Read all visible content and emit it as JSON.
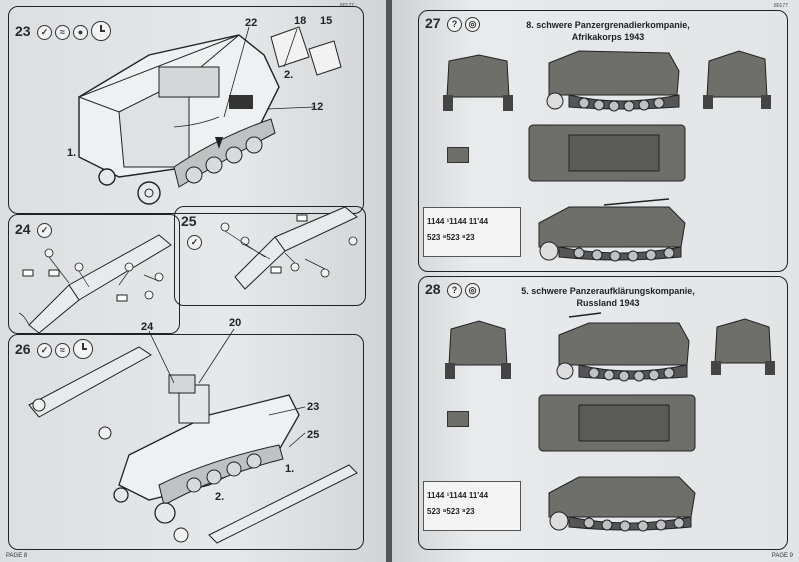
{
  "left_page": {
    "code": "80177",
    "footer": "PAGE 8",
    "steps": [
      {
        "number": "23",
        "callouts": [
          "22",
          "18",
          "15",
          "2.",
          "12",
          "1."
        ]
      },
      {
        "number": "24",
        "callouts": []
      },
      {
        "number": "25",
        "callouts": []
      },
      {
        "number": "26",
        "callouts": [
          "24",
          "20",
          "23",
          "25",
          "1.",
          "2."
        ]
      }
    ]
  },
  "right_page": {
    "code": "80177",
    "footer": "PAGE 9",
    "schemes": [
      {
        "number": "27",
        "title_line1": "8. schwere Panzergrenadierkompanie,",
        "title_line2": "Afrikakorps 1943",
        "decal_line1": "1144 ¹1144 11'44",
        "decal_line2": "523 ⁸523 ⁸23"
      },
      {
        "number": "28",
        "title_line1": "5. schwere Panzeraufklärungskompanie,",
        "title_line2": "Russland 1943",
        "decal_line1": "1144 ¹1144 11'44",
        "decal_line2": "523 ⁸523 ⁸23"
      }
    ]
  },
  "colors": {
    "paper": "#e4e6e8",
    "ink": "#222222",
    "vehicle_gray": "#6e6f6a"
  }
}
